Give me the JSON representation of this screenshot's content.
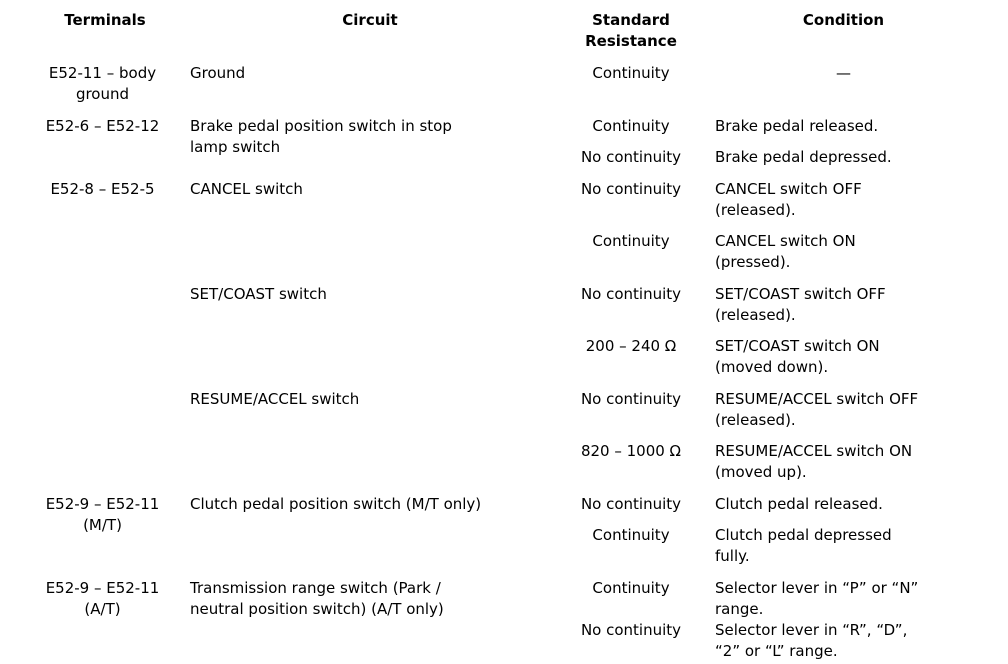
{
  "table": {
    "headers": {
      "terminals": "Terminals",
      "circuit": "Circuit",
      "standard_resistance": "Standard Resistance",
      "condition": "Condition"
    },
    "groups": [
      {
        "terminals": "E52-11 – body ground",
        "circuit": "Ground",
        "subrows": [
          {
            "resistance": "Continuity",
            "condition": "—"
          }
        ]
      },
      {
        "terminals": "E52-6 – E52-12",
        "circuit": "Brake pedal position switch in stop lamp switch",
        "subrows": [
          {
            "resistance": "Continuity",
            "condition": "Brake pedal released."
          },
          {
            "resistance": "No continuity",
            "condition": "Brake pedal depressed."
          }
        ]
      },
      {
        "terminals": "E52-8 – E52-5",
        "circuit": "CANCEL switch",
        "subrows": [
          {
            "resistance": "No continuity",
            "condition": "CANCEL switch OFF (released)."
          },
          {
            "resistance": "Continuity",
            "condition": "CANCEL switch ON (pressed)."
          }
        ]
      },
      {
        "terminals": "",
        "circuit": "SET/COAST switch",
        "subrows": [
          {
            "resistance": "No continuity",
            "condition": "SET/COAST switch OFF (released)."
          },
          {
            "resistance": "200 – 240 Ω",
            "condition": "SET/COAST switch ON (moved down)."
          }
        ]
      },
      {
        "terminals": "",
        "circuit": "RESUME/ACCEL switch",
        "subrows": [
          {
            "resistance": "No continuity",
            "condition": "RESUME/ACCEL switch OFF (released)."
          },
          {
            "resistance": "820 – 1000 Ω",
            "condition": "RESUME/ACCEL switch ON (moved up)."
          }
        ]
      },
      {
        "terminals": "E52-9 – E52-11 (M/T)",
        "circuit": "Clutch pedal position switch (M/T only)",
        "subrows": [
          {
            "resistance": "No continuity",
            "condition": "Clutch pedal released."
          },
          {
            "resistance": "Continuity",
            "condition": "Clutch pedal depressed fully."
          }
        ]
      },
      {
        "terminals": "E52-9 – E52-11 (A/T)",
        "circuit": "Transmission range switch (Park / neutral position switch) (A/T only)",
        "subrows": [
          {
            "resistance": "Continuity",
            "condition": "Selector lever in “P” or “N” range."
          },
          {
            "resistance": "No continuity",
            "condition": "Selector lever in “R”, “D”, “2” or “L” range."
          }
        ]
      }
    ]
  }
}
